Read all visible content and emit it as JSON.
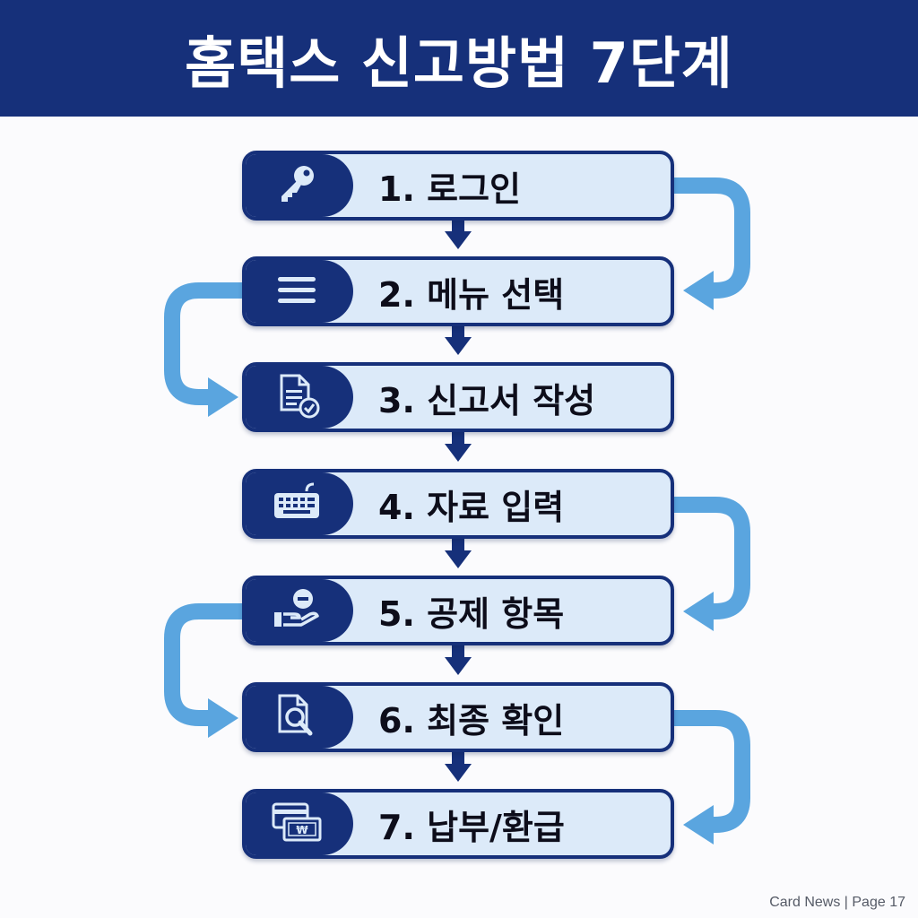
{
  "header": {
    "title": "홈택스 신고방법 7단계"
  },
  "steps": [
    {
      "label": "1. 로그인",
      "icon": "key-icon"
    },
    {
      "label": "2. 메뉴 선택",
      "icon": "menu-icon"
    },
    {
      "label": "3. 신고서 작성",
      "icon": "document-check-icon"
    },
    {
      "label": "4. 자료 입력",
      "icon": "keyboard-icon"
    },
    {
      "label": "5. 공제 항목",
      "icon": "hand-deduction-icon"
    },
    {
      "label": "6. 최종 확인",
      "icon": "document-search-icon"
    },
    {
      "label": "7. 납부/환급",
      "icon": "payment-won-icon"
    }
  ],
  "footer": {
    "text": "Card News | Page 17"
  },
  "colors": {
    "navy": "#16307a",
    "box": "#dceaf9",
    "side_arrow": "#5aa5df"
  }
}
